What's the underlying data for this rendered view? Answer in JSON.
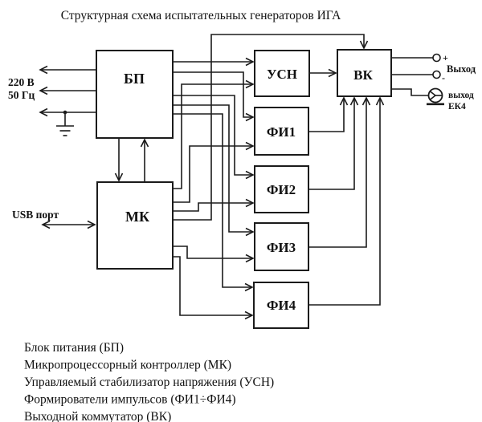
{
  "title": "Структурная схема испытательных генераторов ИГА",
  "blocks": {
    "bp": {
      "label": "БП"
    },
    "mk": {
      "label": "МК"
    },
    "usn": {
      "label": "УСН"
    },
    "vk": {
      "label": "ВК"
    },
    "fi1": {
      "label": "ФИ1"
    },
    "fi2": {
      "label": "ФИ2"
    },
    "fi3": {
      "label": "ФИ3"
    },
    "fi4": {
      "label": "ФИ4"
    }
  },
  "power_input": {
    "line1": "220 В",
    "line2": "50 Гц"
  },
  "usb": {
    "label": "USB порт"
  },
  "output": {
    "plus": "+",
    "minus": "-",
    "label": "Выход",
    "ek4_line1": "выход",
    "ek4_line2": "ЕК4"
  },
  "legend": {
    "items": [
      "Блок питания (БП)",
      "Микропроцессорный контроллер (МК)",
      "Управляемый стабилизатор напряжения (УСН)",
      "Формирователи импульсов (ФИ1÷ФИ4)",
      "Выходной коммутатор (ВК)"
    ]
  },
  "colors": {
    "ink": "#1b1b1b",
    "background": "#ffffff"
  }
}
